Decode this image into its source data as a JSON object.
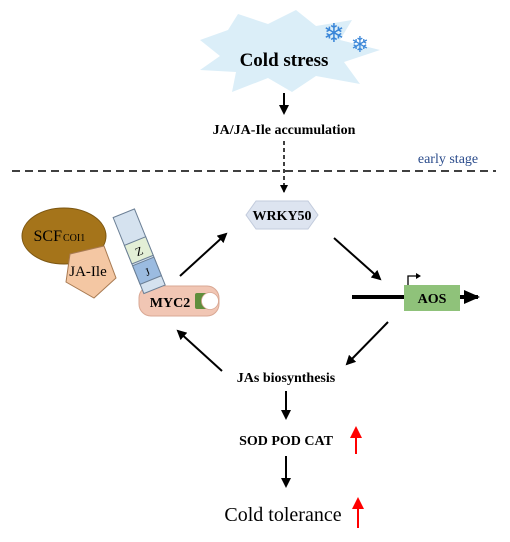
{
  "diagram": {
    "cold_stress": "Cold stress",
    "accumulation": "JA/JA-Ile accumulation",
    "stage_label": "early stage",
    "wrky": "WRKY50",
    "aos": "AOS",
    "myc2": "MYC2",
    "scf_prefix": "SCF",
    "scf_sub": "COI1",
    "ja_ile": "JA-Ile",
    "z_label": "Z",
    "j_label": "J",
    "biosynthesis": "JAs biosynthesis",
    "enzymes": "SOD POD CAT",
    "tolerance": "Cold tolerance",
    "snowflake": "❄"
  },
  "colors": {
    "cloud_fill": "#dbeef8",
    "snowflake": "#3a86d8",
    "wrky_fill": "#dde4f0",
    "aos_fill": "#8fc27a",
    "myc2_fill": "#f1c6b4",
    "myc2_tab": "#5f8e3c",
    "scf_fill": "#a5741a",
    "ja_ile_fill": "#f4c7a3",
    "jaz_fill": "#d5e2ef",
    "z_fill": "#e3efd6",
    "j_fill": "#9bbbe0",
    "stage_text": "#2b4c8c",
    "up_arrow": "#ff0000"
  }
}
